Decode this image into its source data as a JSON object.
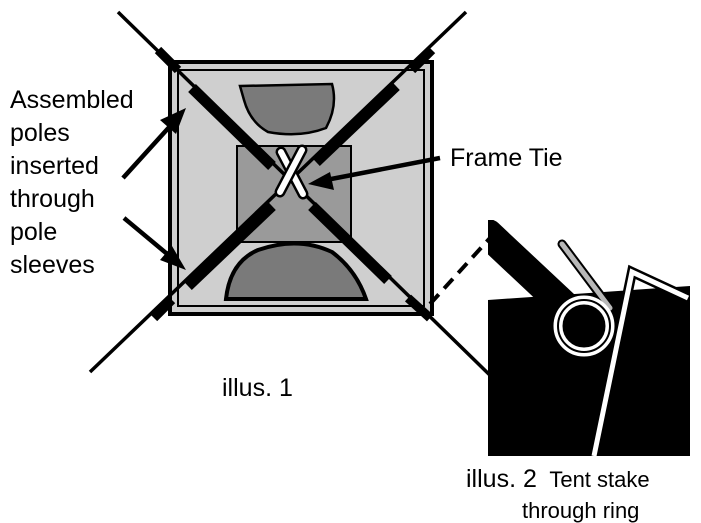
{
  "labels": {
    "assembled_lines": [
      "Assembled",
      "poles",
      "inserted",
      "through",
      "pole",
      "sleeves"
    ],
    "frame_tie": "Frame Tie",
    "illus1": "illus. 1",
    "illus2_prefix": "illus. 2",
    "illus2_caption_line1": "Tent stake",
    "illus2_caption_line2": "through ring"
  },
  "colors": {
    "ink": "#000000",
    "tent_fill": "#cfcfcf",
    "inner_panel": "#9a9a9a",
    "window_fill": "#7a7a7a",
    "stake_fill": "#b8b8b8",
    "background": "#ffffff"
  }
}
